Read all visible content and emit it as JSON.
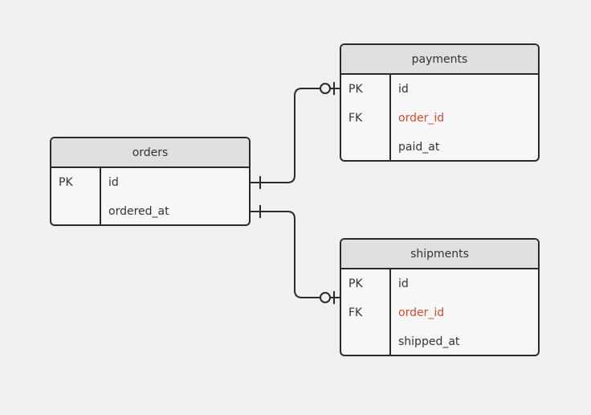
{
  "colors": {
    "background": "#f0f0f0",
    "entity_fill": "#f7f7f7",
    "header_fill": "#e0e0e0",
    "stroke": "#2b2b2b",
    "text": "#333333",
    "foreign_key_text": "#d94a2b"
  },
  "entities": {
    "orders": {
      "title": "orders",
      "rows": [
        {
          "key": "PK",
          "field": "id"
        },
        {
          "key": "",
          "field": "ordered_at"
        }
      ]
    },
    "payments": {
      "title": "payments",
      "rows": [
        {
          "key": "PK",
          "field": "id"
        },
        {
          "key": "FK",
          "field": "order_id"
        },
        {
          "key": "",
          "field": "paid_at"
        }
      ]
    },
    "shipments": {
      "title": "shipments",
      "rows": [
        {
          "key": "PK",
          "field": "id"
        },
        {
          "key": "FK",
          "field": "order_id"
        },
        {
          "key": "",
          "field": "shipped_at"
        }
      ]
    }
  },
  "relationships": [
    {
      "from": "orders",
      "to": "payments",
      "from_cardinality": "exactly-one",
      "to_cardinality": "zero-or-one"
    },
    {
      "from": "orders",
      "to": "shipments",
      "from_cardinality": "exactly-one",
      "to_cardinality": "zero-or-one"
    }
  ]
}
